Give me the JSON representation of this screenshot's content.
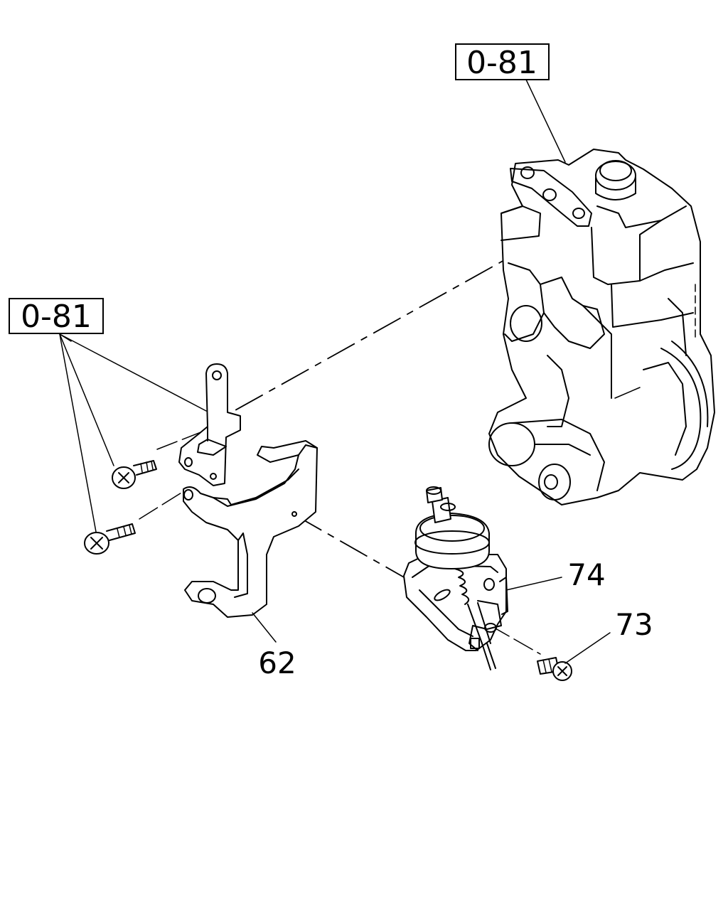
{
  "references": {
    "top_ref": "0-81",
    "left_ref": "0-81"
  },
  "callouts": {
    "bracket": "62",
    "actuator": "74",
    "screw": "73"
  }
}
